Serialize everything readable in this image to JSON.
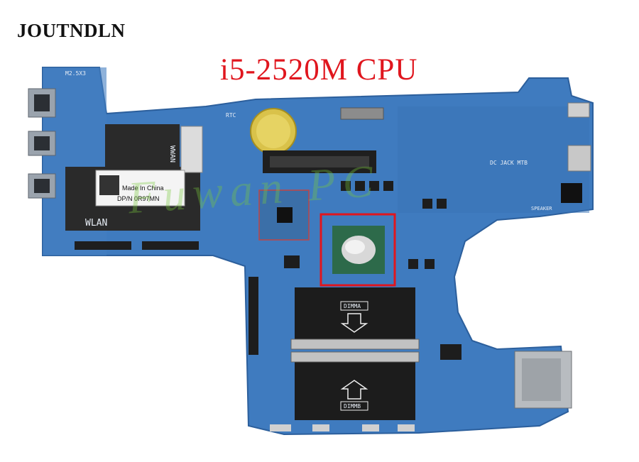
{
  "brand": {
    "name": "JOUTNDLN"
  },
  "headline": {
    "text": "i5-2520M CPU"
  },
  "colors": {
    "pcb": "#3f7bbf",
    "pcb_dark": "#2c5f9c",
    "highlight": "#e0161e",
    "heatsink": "#2a2a2a"
  },
  "board_labels": {
    "wwan": "WWAN",
    "wlan": "WLAN",
    "dimma": "DIMMA",
    "dimmb": "DIMMB",
    "sticker_line1": "Made In China",
    "sticker_line2": "DP/N 0R97MN",
    "rtc": "RTC",
    "dc_jack": "DC JACK MTB",
    "speaker": "SPEAKER",
    "m2": "M2.5X3"
  },
  "watermark": {
    "text": "Fuwan PC"
  }
}
